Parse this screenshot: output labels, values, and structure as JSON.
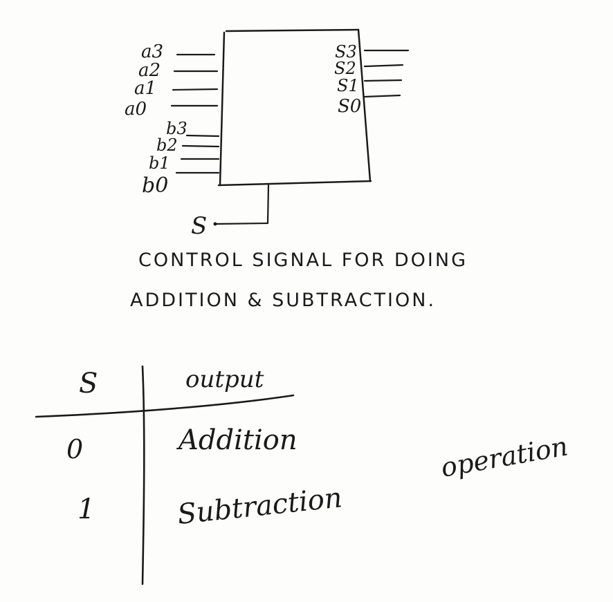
{
  "diagram": {
    "inputs_a": [
      "a3",
      "a2",
      "a1",
      "a0"
    ],
    "inputs_b": [
      "b3",
      "b2",
      "b1",
      "b0"
    ],
    "outputs": [
      "S3",
      "S2",
      "S1",
      "S0"
    ],
    "control": "S"
  },
  "caption": {
    "line1": "CONTROL SIGNAL FOR DOING",
    "line2": "ADDITION & SUBTRACTION."
  },
  "table": {
    "header_s": "S",
    "header_output": "output",
    "rows": [
      {
        "s": "0",
        "output": "Addition"
      },
      {
        "s": "1",
        "output": "Subtraction"
      }
    ],
    "note": "operation"
  }
}
